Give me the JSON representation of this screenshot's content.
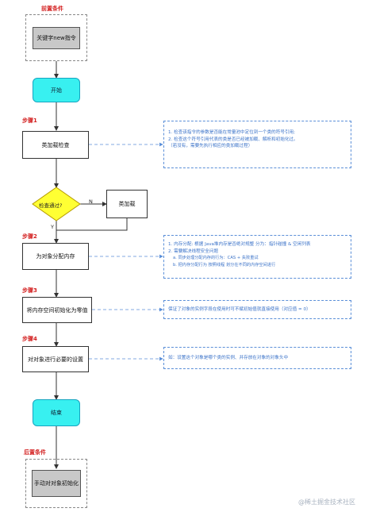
{
  "labels": {
    "pre": "前置条件",
    "step1": "步骤1",
    "step2": "步骤2",
    "step3": "步骤3",
    "step4": "步骤4",
    "post": "后置条件"
  },
  "nodes": {
    "precondition": "关键字new指令",
    "start": "开始",
    "class_check": "类加载检查",
    "decision": "检查通过?",
    "class_load": "类加载",
    "alloc": "为对象分配内存",
    "zero_init": "将内存空间初始化为零值",
    "setup": "对对象进行必要的设置",
    "end": "结束",
    "postcondition": "手动对对象初始化"
  },
  "branches": {
    "no": "N",
    "yes": "Y"
  },
  "notes": {
    "step1": [
      "1. 检查该指令的参数是否能在常量池中定位到一个类的符号引用;",
      "2. 检查这个符号引用代表的类是否已经被加载、解析和初始化过。",
      "（若没有，需要先执行相应的类加载过程）"
    ],
    "step2_lines": [
      "1. 内存分配: 根据 Java堆内存是否绝对规整 分为：指针碰撞 & 空闲列表",
      "2. 需要解决线程安全问题"
    ],
    "step2_sub": [
      "a. 同步处理分配内存的行为：CAS + 失败重试",
      "b. 把内存分配行为 按照线程 划分在不同的内存空间进行"
    ],
    "step3": "保证了对象的实例字段在使用时可不赋初始值就直接使用（对应值 = 0）",
    "step4": "如：设置这个对象是哪个类的实例、并存放在对象的对象头中"
  },
  "watermark": "@稀土掘金技术社区",
  "colors": {
    "cyan": "#38f0f0",
    "decision": "#ffff33",
    "note_blue": "#3a72c8",
    "label_red": "#d32020"
  }
}
